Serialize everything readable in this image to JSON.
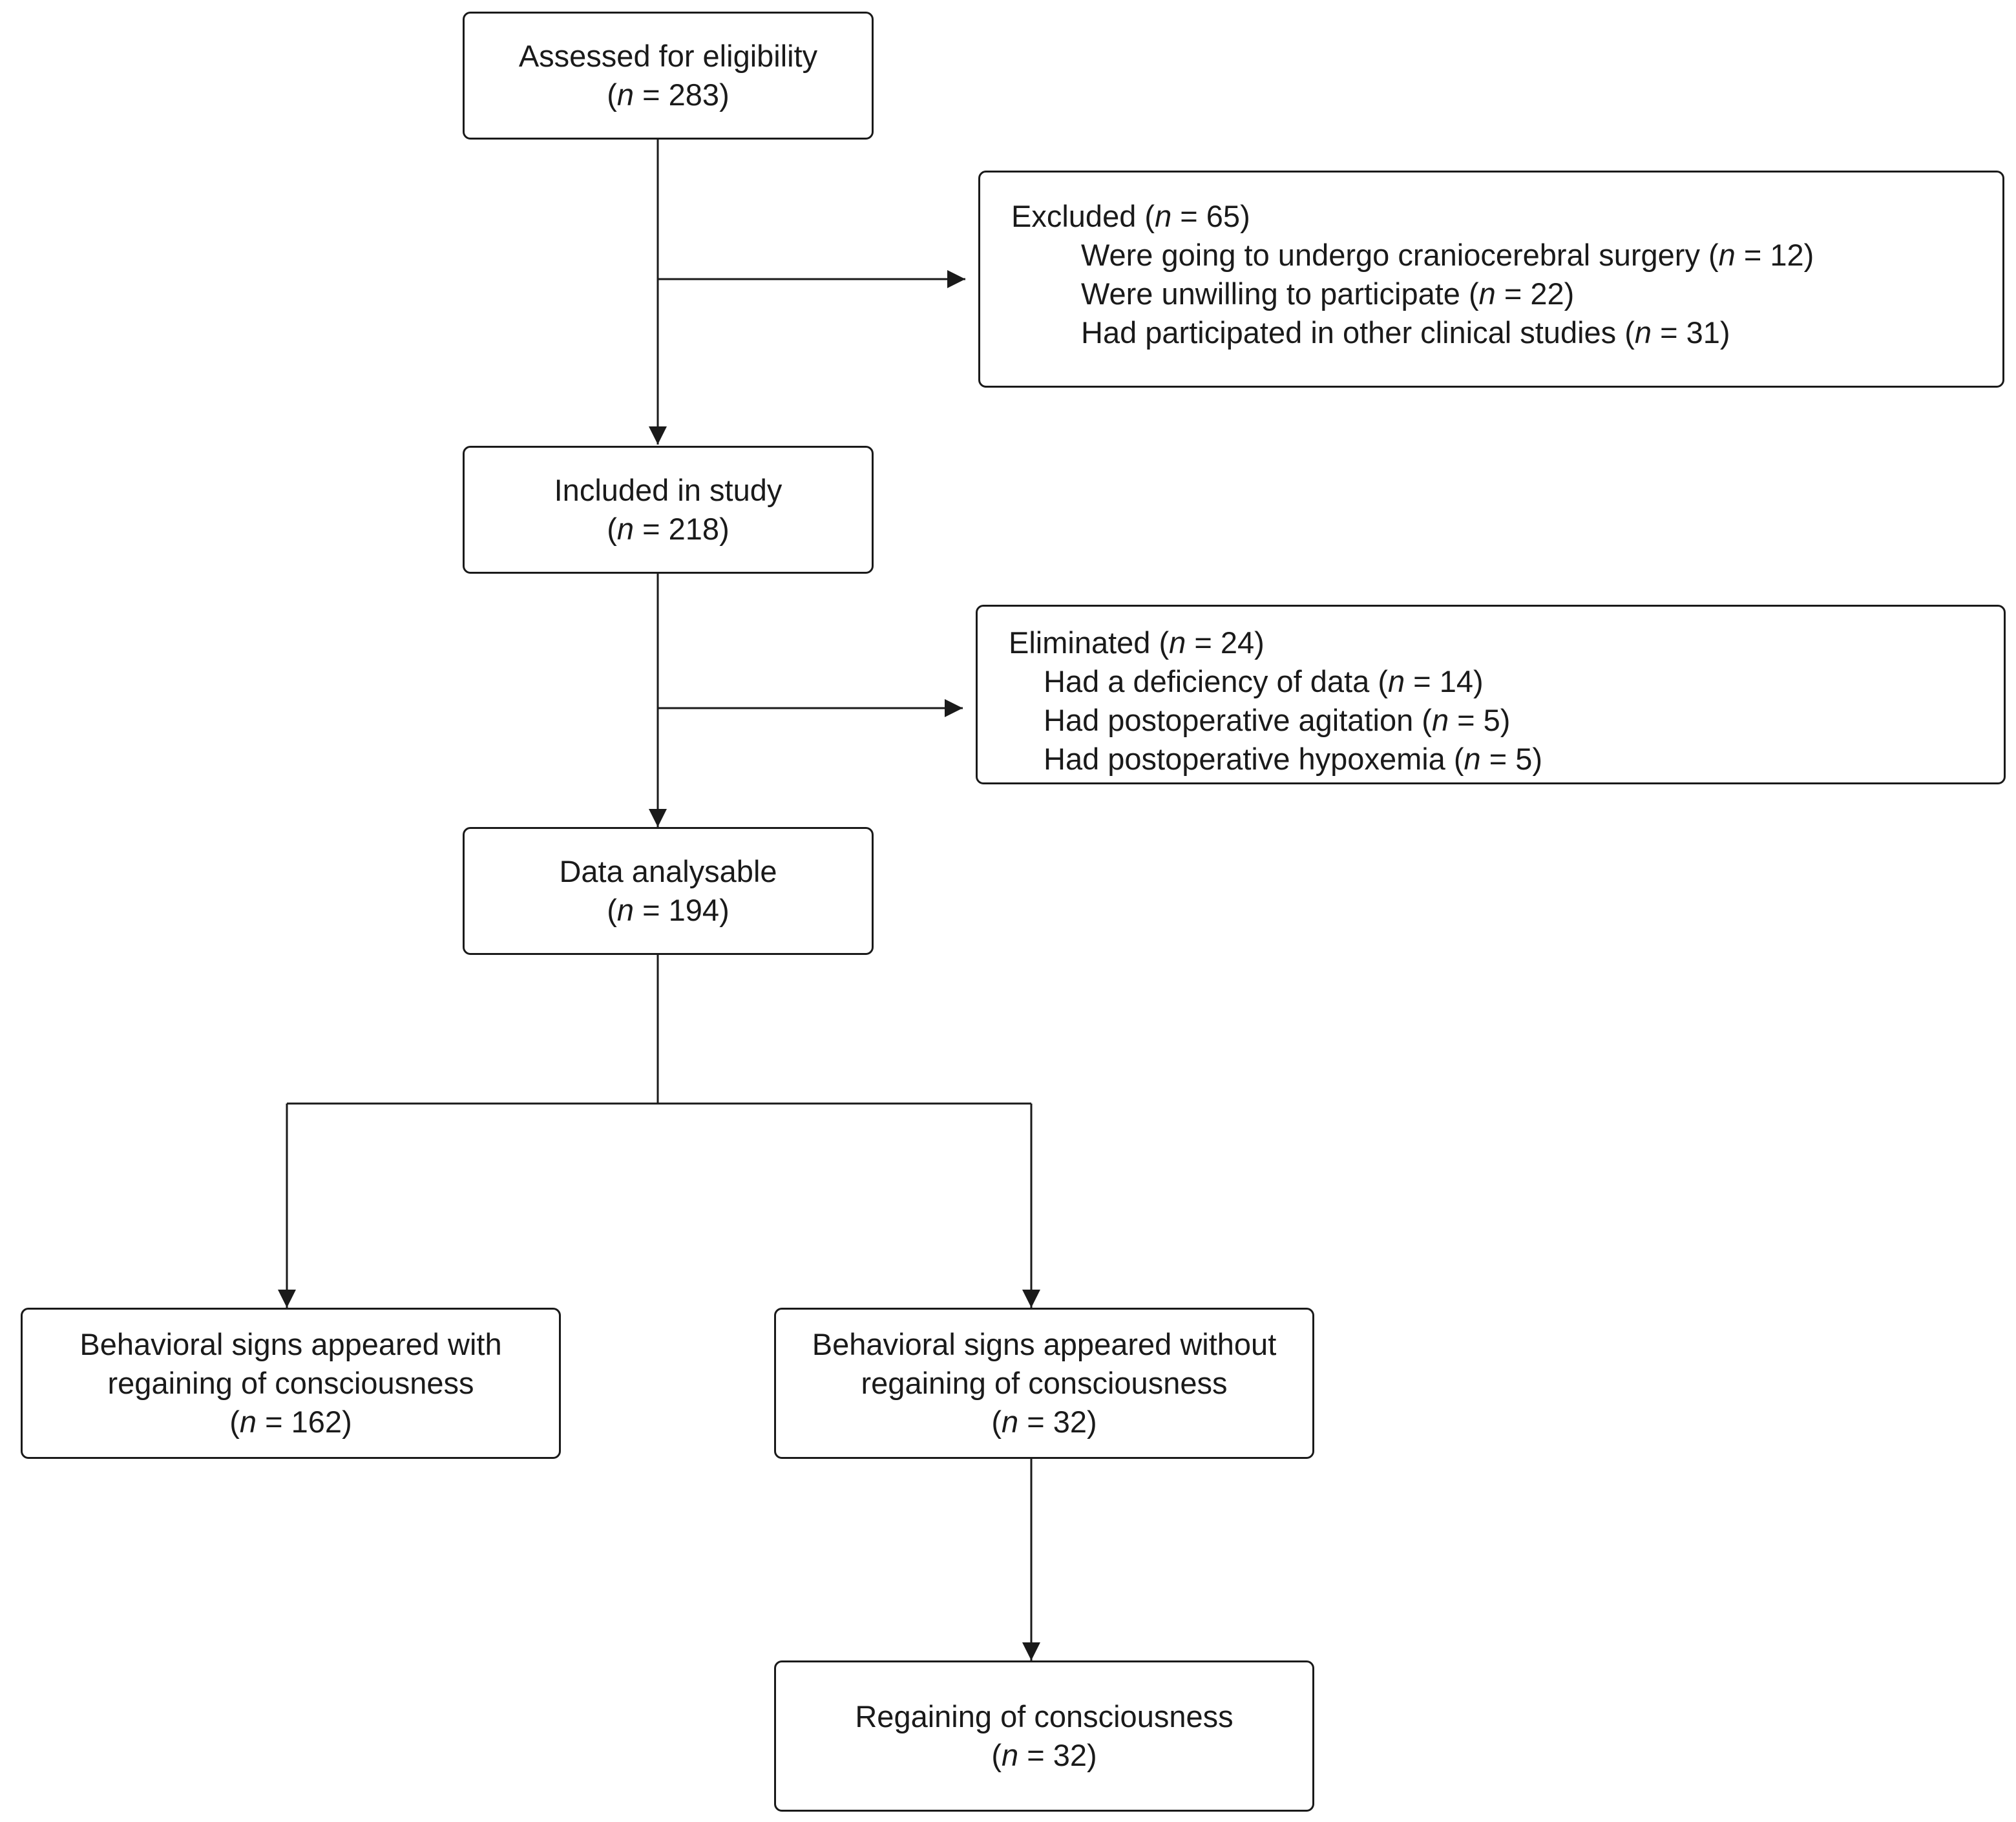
{
  "boxes": {
    "assessed": {
      "label": "Assessed for eligibility",
      "count": "283"
    },
    "excluded": {
      "label": "Excluded",
      "count": "65",
      "items": [
        {
          "label": "Were going to undergo craniocerebral surgery",
          "count": "12"
        },
        {
          "label": "Were unwilling to participate",
          "count": "22"
        },
        {
          "label": "Had participated in other clinical studies",
          "count": "31"
        }
      ]
    },
    "included": {
      "label": "Included in study",
      "count": "218"
    },
    "eliminated": {
      "label": "Eliminated",
      "count": "24",
      "items": [
        {
          "label": "Had a deficiency of data",
          "count": "14"
        },
        {
          "label": "Had postoperative agitation",
          "count": "5"
        },
        {
          "label": "Had postoperative hypoxemia",
          "count": "5"
        }
      ]
    },
    "analysable": {
      "label": "Data analysable",
      "count": "194"
    },
    "with_roc": {
      "line1": "Behavioral signs appeared with",
      "line2": "regaining of consciousness",
      "count": "162"
    },
    "without_roc": {
      "line1": "Behavioral signs appeared without",
      "line2": "regaining of consciousness",
      "count": "32"
    },
    "roc": {
      "label": "Regaining of consciousness",
      "count": "32"
    }
  },
  "n_symbol": "n",
  "colors": {
    "stroke": "#1a1a1a",
    "background": "#ffffff"
  }
}
